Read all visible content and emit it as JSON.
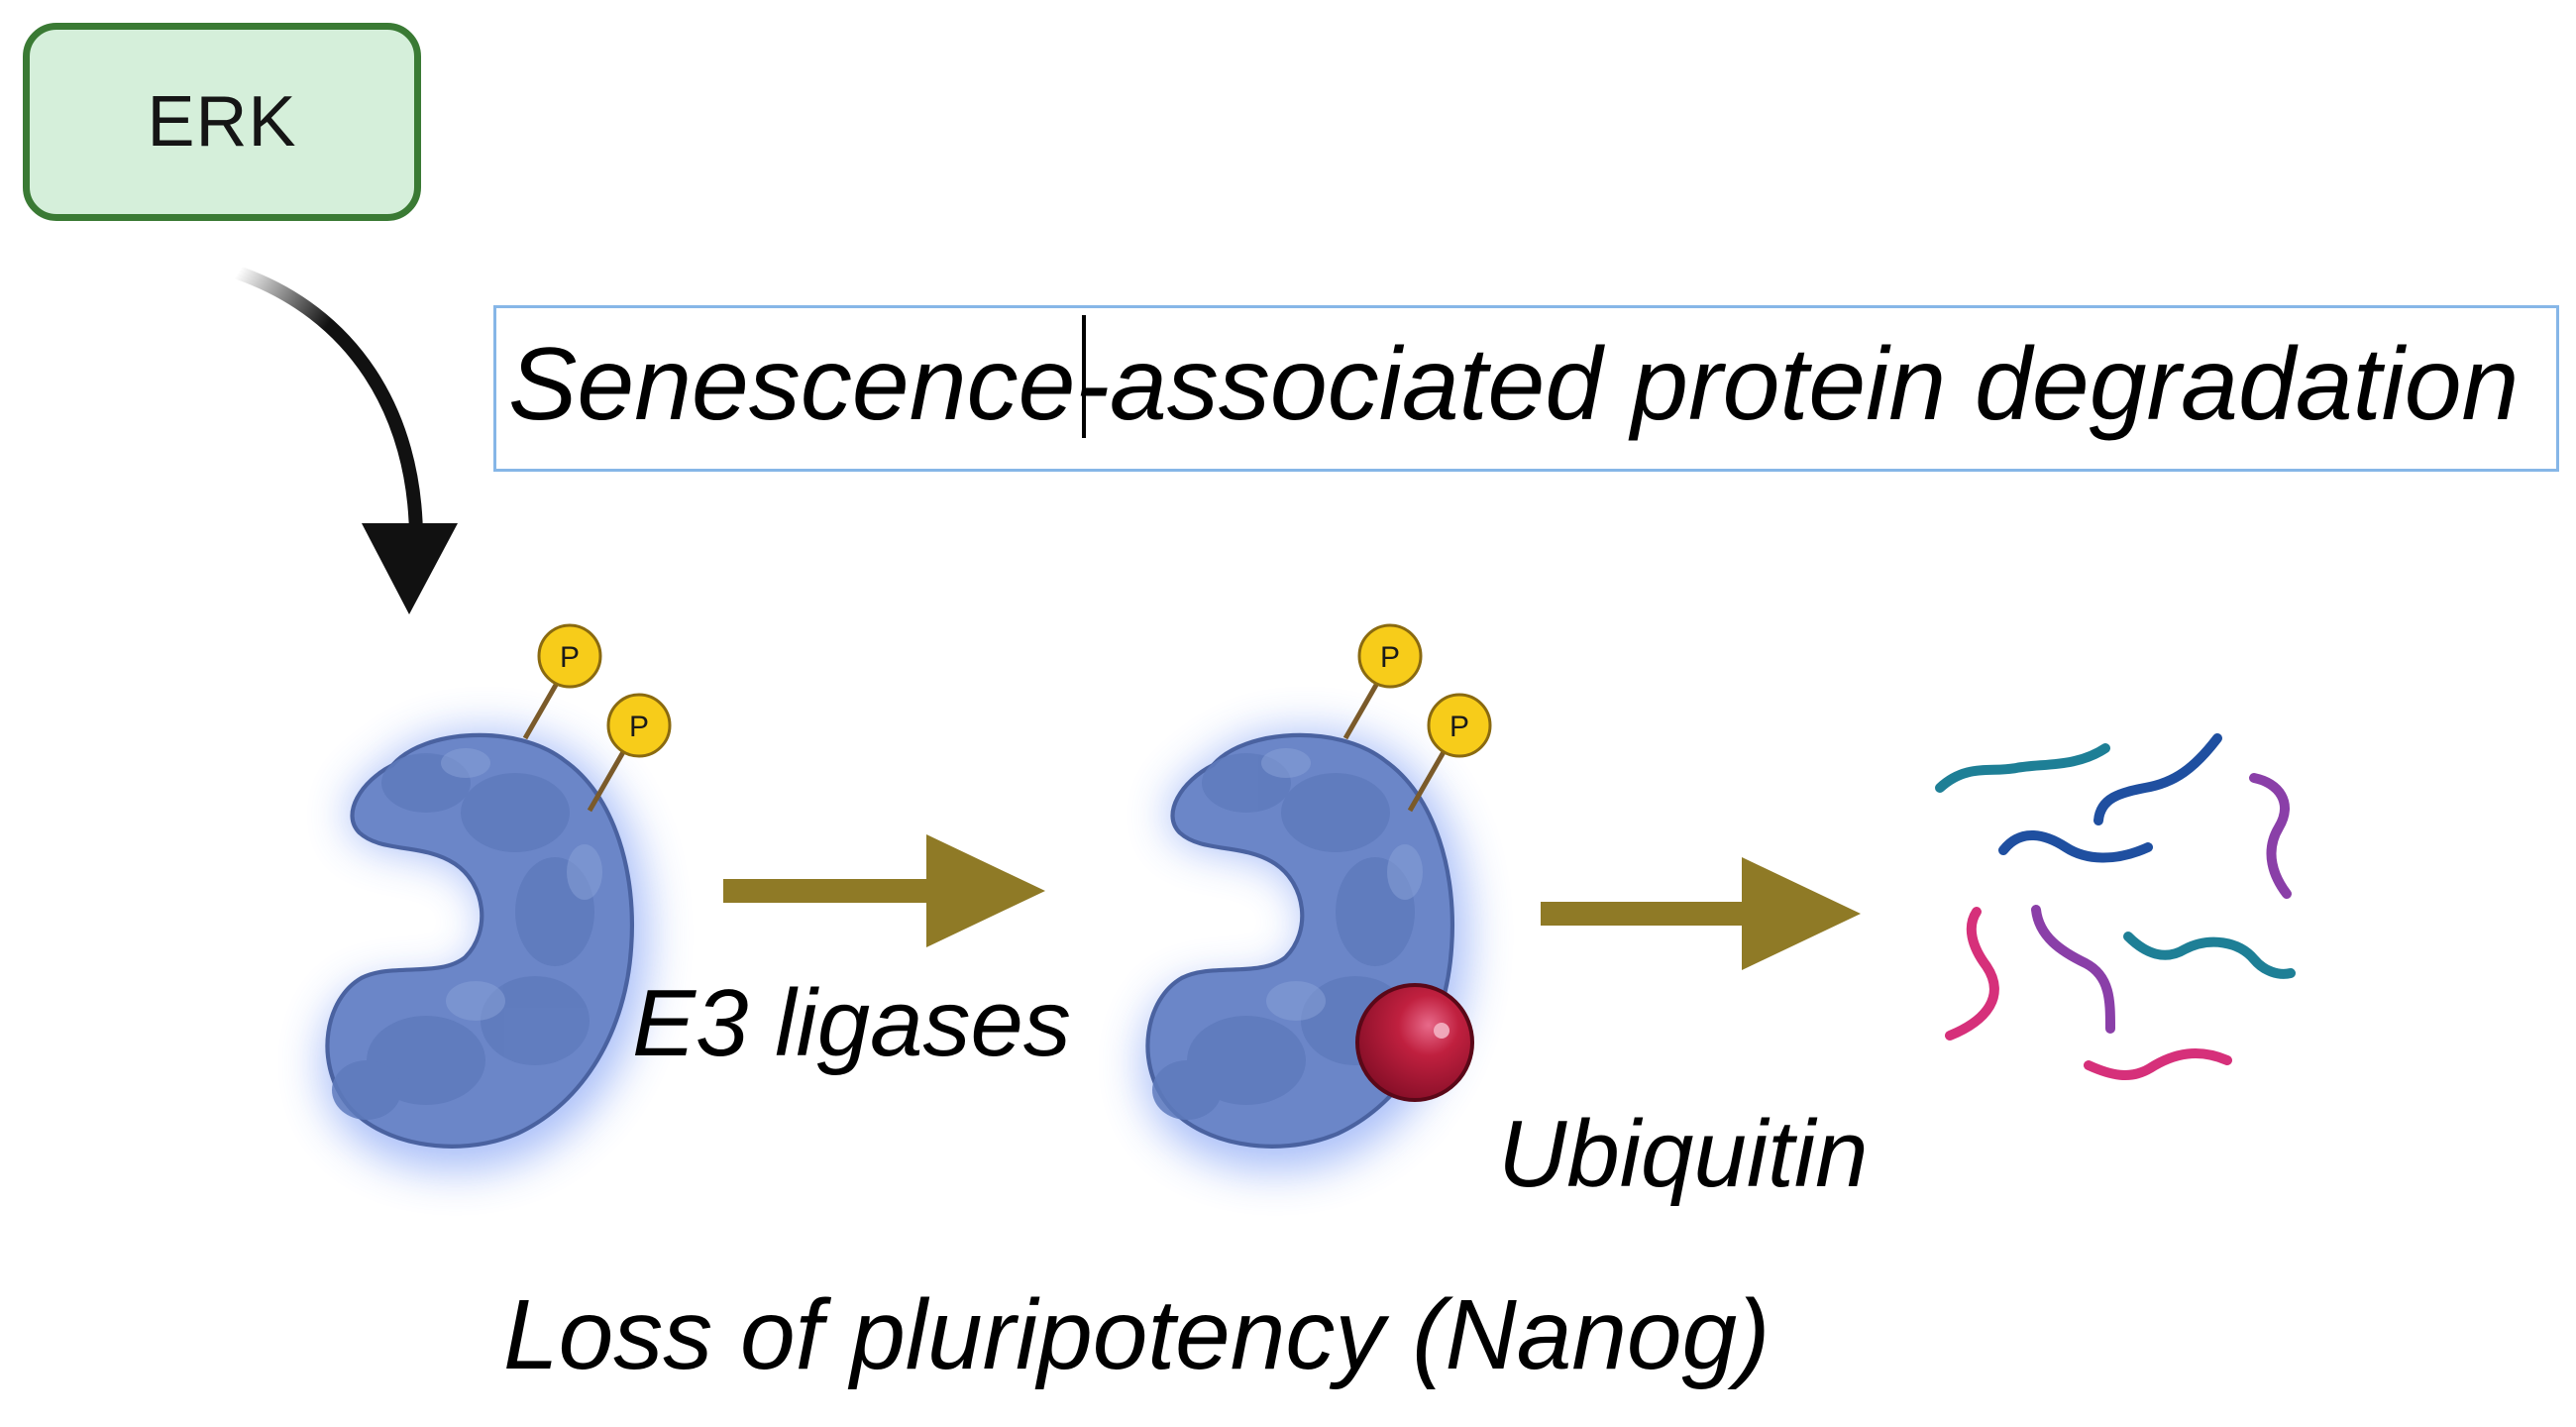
{
  "erk": {
    "label": "ERK"
  },
  "title": {
    "text": "Senescence-associated protein degradation"
  },
  "labels": {
    "e3_ligases": "E3 ligases",
    "ubiquitin": "Ubiquitin",
    "loss_of_pluripotency": "Loss of pluripotency (Nanog)"
  },
  "phospho": {
    "symbol": "P"
  },
  "colors": {
    "erk_fill": "#d5efda",
    "erk_border": "#3a7a34",
    "title_border": "#86b6e7",
    "curved_arrow": "#111111",
    "process_arrow": "#8f7a26",
    "protein": "#6b86c8",
    "protein_glow": "#3f6ff0",
    "phospho_fill": "#f7cc1a",
    "ubiquitin": "#b5163a",
    "fragment_teal": "#1e7f96",
    "fragment_blue": "#1f4fa0",
    "fragment_purple": "#8a3fa8",
    "fragment_pink": "#d6307a"
  },
  "icons": [
    "erk-box",
    "curved-arrow-icon",
    "protein-icon",
    "phosphate-icon",
    "ubiquitin-icon",
    "arrow-right-icon",
    "peptide-fragment-icon"
  ]
}
